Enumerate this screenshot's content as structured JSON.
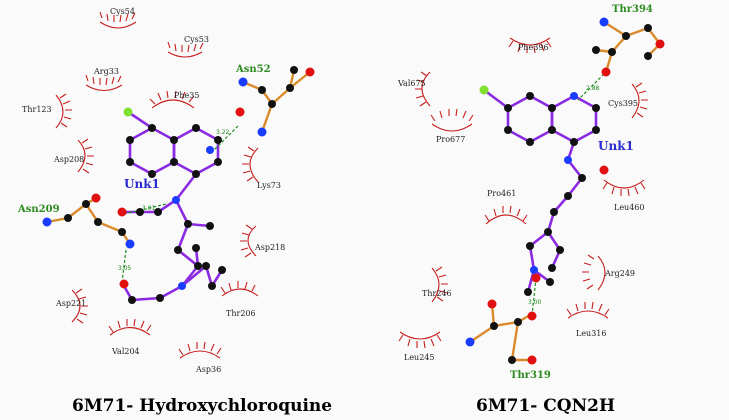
{
  "panels": [
    {
      "caption": "6M71- Hydroxychloroquine",
      "ligand_label": "Unk1",
      "hbond_residues": [
        {
          "label": "Asn52"
        },
        {
          "label": "Asn209"
        }
      ],
      "distances": [
        "3.22",
        "3.01",
        "3.05"
      ],
      "residues": [
        "Cys54",
        "Cys53",
        "Arg33",
        "Phe35",
        "Thr123",
        "Asp208",
        "Lys73",
        "Asp218",
        "Asp221",
        "Thr206",
        "Val204",
        "Asp36"
      ]
    },
    {
      "caption": "6M71- CQN2H",
      "ligand_label": "Unk1",
      "hbond_residues": [
        {
          "label": "Thr394"
        },
        {
          "label": "Thr319"
        }
      ],
      "distances": [
        "2.88",
        "3.00"
      ],
      "residues": [
        "Phe396",
        "Val675",
        "Cys395",
        "Pro677",
        "Pro461",
        "Leu460",
        "Arg249",
        "Thr246",
        "Leu316",
        "Leu245"
      ]
    }
  ],
  "colors": {
    "ligand_bond": "#8a2be2",
    "residue_bond": "#d98a2b",
    "hydrophobic_arc": "#c81e1e",
    "hbond": "#1f8f1f",
    "carbon": "#111111",
    "oxygen": "#e01010",
    "nitrogen": "#1a3cff",
    "chlorine": "#7fe030"
  }
}
